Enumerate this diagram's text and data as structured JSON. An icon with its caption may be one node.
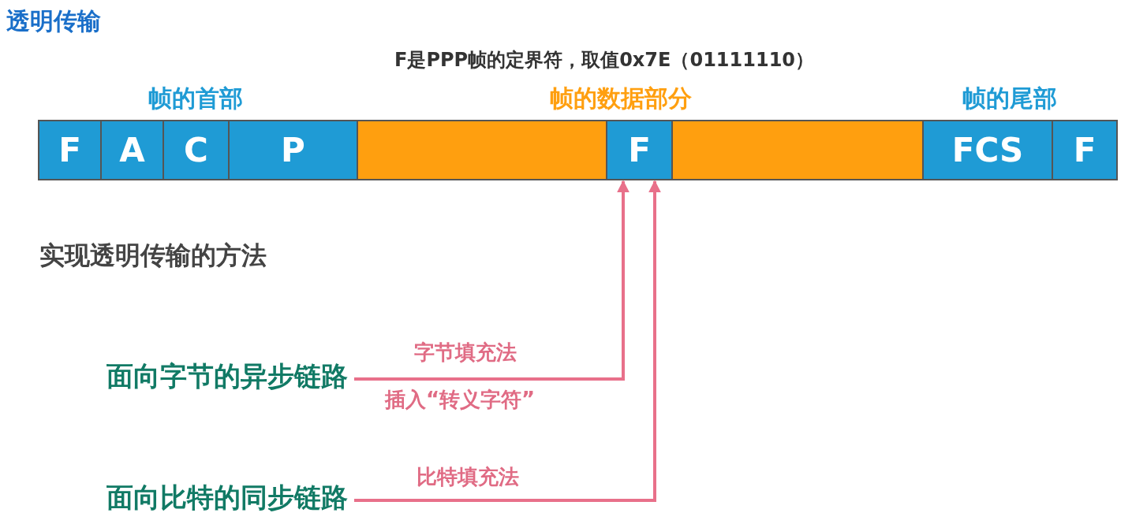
{
  "diagram": {
    "title": "透明传输",
    "nodes": [
      {
        "text": [
          "F"
        ]
      },
      {
        "text": [
          "A"
        ]
      },
      {
        "text": [
          "C"
        ]
      },
      {
        "text": [
          "P"
        ]
      },
      {
        "text": [],
        "shape": "bar"
      },
      {
        "text": [
          "F"
        ]
      },
      {
        "text": [],
        "shape": "bar"
      },
      {
        "text": [
          "FCS"
        ]
      },
      {
        "text": [
          "F"
        ]
      },
      {
        "text": [
          "面向字节的异步链路"
        ]
      },
      {
        "text": [
          "面向比特的同步链路"
        ]
      }
    ],
    "edges": [
      {
        "from": 9,
        "to": 5,
        "arrow": "to",
        "label": "字节填充法"
      },
      {
        "from": 10,
        "to": 5,
        "arrow": "to",
        "label": "比特填充法"
      }
    ],
    "labels": [
      "F是PPP帧的定界符，取值0x7E（01111110）",
      "帧的首部",
      "帧的数据部分",
      "帧的尾部",
      "实现透明传输的方法",
      "插入“转义字符”"
    ]
  }
}
